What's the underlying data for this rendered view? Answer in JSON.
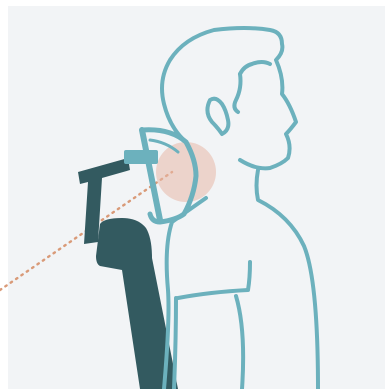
{
  "illustration": {
    "subject": "person-silhouette-seated-with-headrest",
    "colors": {
      "background_panel": "#f2f4f6",
      "outline": "#6cb1bd",
      "headrest_bracket": "#6cb1bd",
      "chair_dark": "#335a60",
      "contact_highlight": "#e8b8a8",
      "dotted_line": "#d99a78"
    },
    "icons": [
      "head-outline",
      "torso-outline",
      "headrest-bracket",
      "chair-back",
      "support-arm",
      "contact-zone",
      "dotted-guide-line"
    ]
  }
}
